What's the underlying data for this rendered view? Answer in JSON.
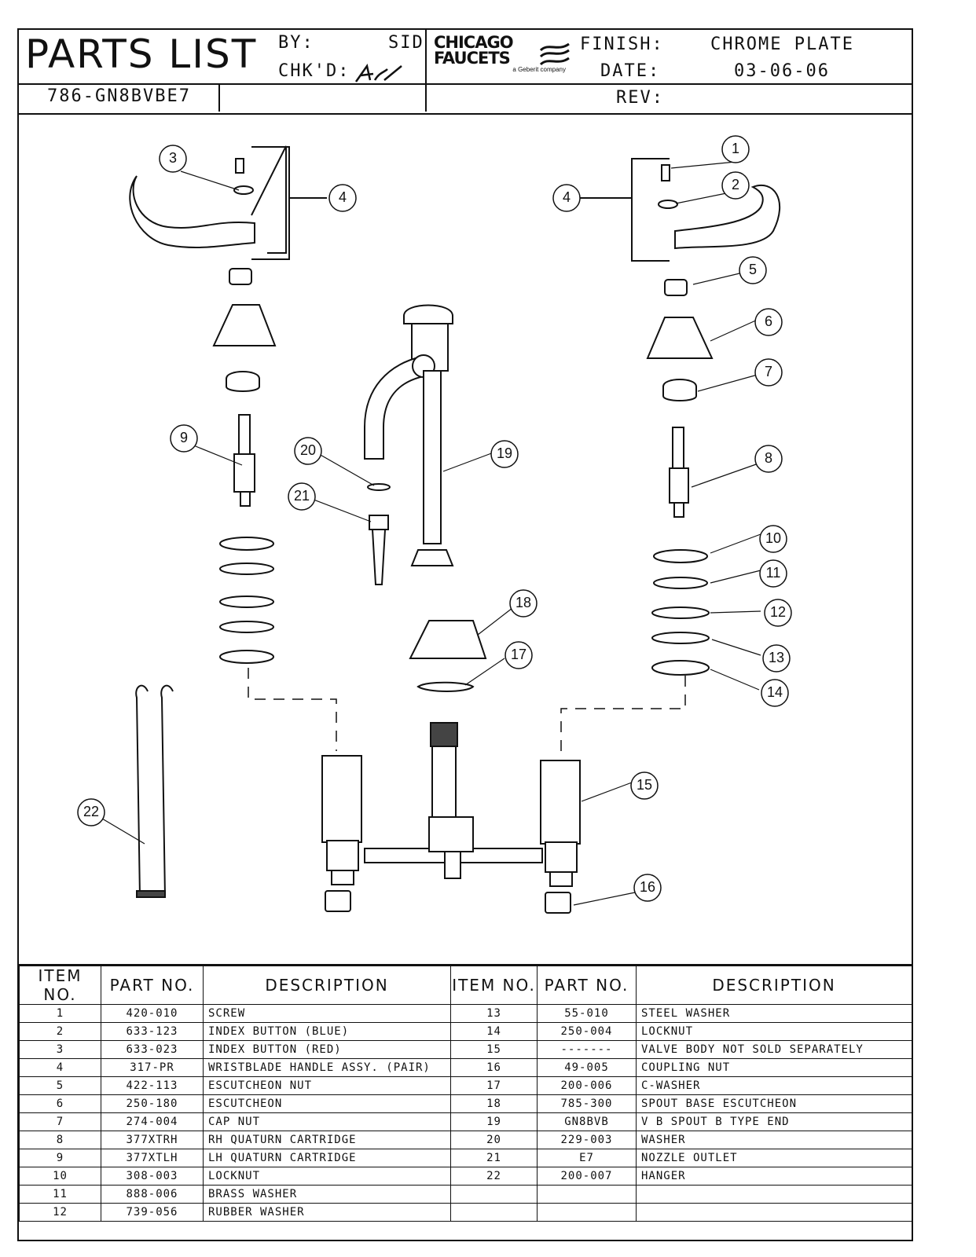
{
  "header": {
    "title": "PARTS LIST",
    "by_label": "BY:",
    "by_value": "SID",
    "chkd_label": "CHK'D:",
    "model": "786-GN8BVBE7",
    "logo_line1": "CHICAGO",
    "logo_line2": "FAUCETS",
    "logo_tag": "a Geberit company",
    "finish_label": "FINISH:",
    "finish_value": "CHROME PLATE",
    "date_label": "DATE:",
    "date_value": "03-06-06",
    "rev_label": "REV:"
  },
  "balloons": [
    "1",
    "2",
    "3",
    "4",
    "4",
    "5",
    "6",
    "7",
    "8",
    "9",
    "10",
    "11",
    "12",
    "13",
    "14",
    "15",
    "16",
    "17",
    "18",
    "19",
    "20",
    "21",
    "22"
  ],
  "table": {
    "headers": [
      "ITEM NO.",
      "PART NO.",
      "DESCRIPTION",
      "ITEM NO.",
      "PART NO.",
      "DESCRIPTION"
    ],
    "rows": [
      [
        "1",
        "420-010",
        "SCREW",
        "13",
        "55-010",
        "STEEL WASHER"
      ],
      [
        "2",
        "633-123",
        "INDEX BUTTON (BLUE)",
        "14",
        "250-004",
        "LOCKNUT"
      ],
      [
        "3",
        "633-023",
        "INDEX BUTTON (RED)",
        "15",
        "-------",
        "VALVE BODY NOT SOLD SEPARATELY"
      ],
      [
        "4",
        "317-PR",
        "WRISTBLADE HANDLE ASSY. (PAIR)",
        "16",
        "49-005",
        "COUPLING NUT"
      ],
      [
        "5",
        "422-113",
        "ESCUTCHEON NUT",
        "17",
        "200-006",
        "C-WASHER"
      ],
      [
        "6",
        "250-180",
        "ESCUTCHEON",
        "18",
        "785-300",
        "SPOUT BASE ESCUTCHEON"
      ],
      [
        "7",
        "274-004",
        "CAP NUT",
        "19",
        "GN8BVB",
        "V B SPOUT B TYPE END"
      ],
      [
        "8",
        "377XTRH",
        "RH QUATURN CARTRIDGE",
        "20",
        "229-003",
        "WASHER"
      ],
      [
        "9",
        "377XTLH",
        "LH QUATURN CARTRIDGE",
        "21",
        "E7",
        "NOZZLE OUTLET"
      ],
      [
        "10",
        "308-003",
        "LOCKNUT",
        "22",
        "200-007",
        "HANGER"
      ],
      [
        "11",
        "888-006",
        "BRASS WASHER",
        "",
        "",
        ""
      ],
      [
        "12",
        "739-056",
        "RUBBER WASHER",
        "",
        "",
        ""
      ]
    ]
  }
}
